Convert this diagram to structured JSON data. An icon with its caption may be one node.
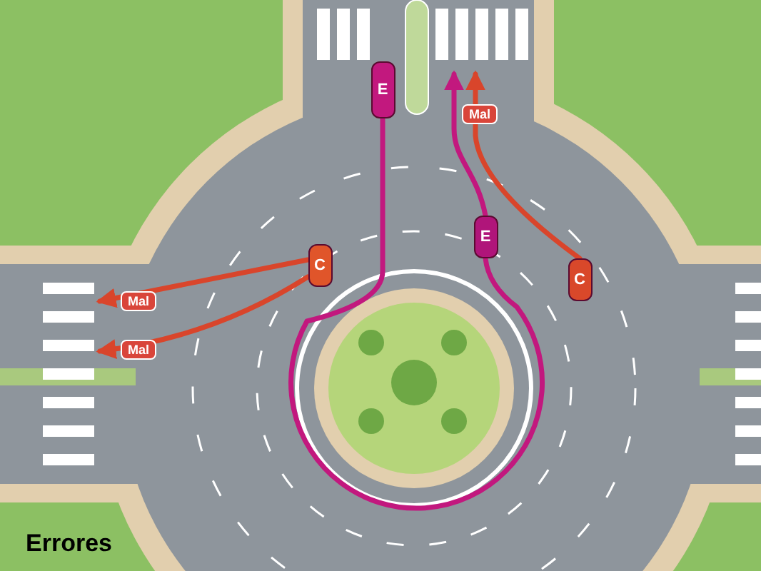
{
  "diagram": {
    "title": "Errores",
    "nodes": [
      {
        "text": [
          "E"
        ]
      },
      {
        "text": [
          "C"
        ]
      },
      {
        "text": [
          "E"
        ]
      },
      {
        "text": [
          "C"
        ]
      }
    ],
    "edges": [
      {
        "from": 3,
        "to": null,
        "arrow": "to",
        "label": "Mal"
      },
      {
        "from": 2,
        "to": null,
        "arrow": "to",
        "color": "#c2187e"
      },
      {
        "from": 1,
        "to": null,
        "arrow": "to",
        "label": "Mal"
      },
      {
        "from": 1,
        "to": null,
        "arrow": "to",
        "label": "Mal"
      },
      {
        "from": 0,
        "to": 2,
        "arrow": "none",
        "color": "#c2187e"
      }
    ]
  }
}
